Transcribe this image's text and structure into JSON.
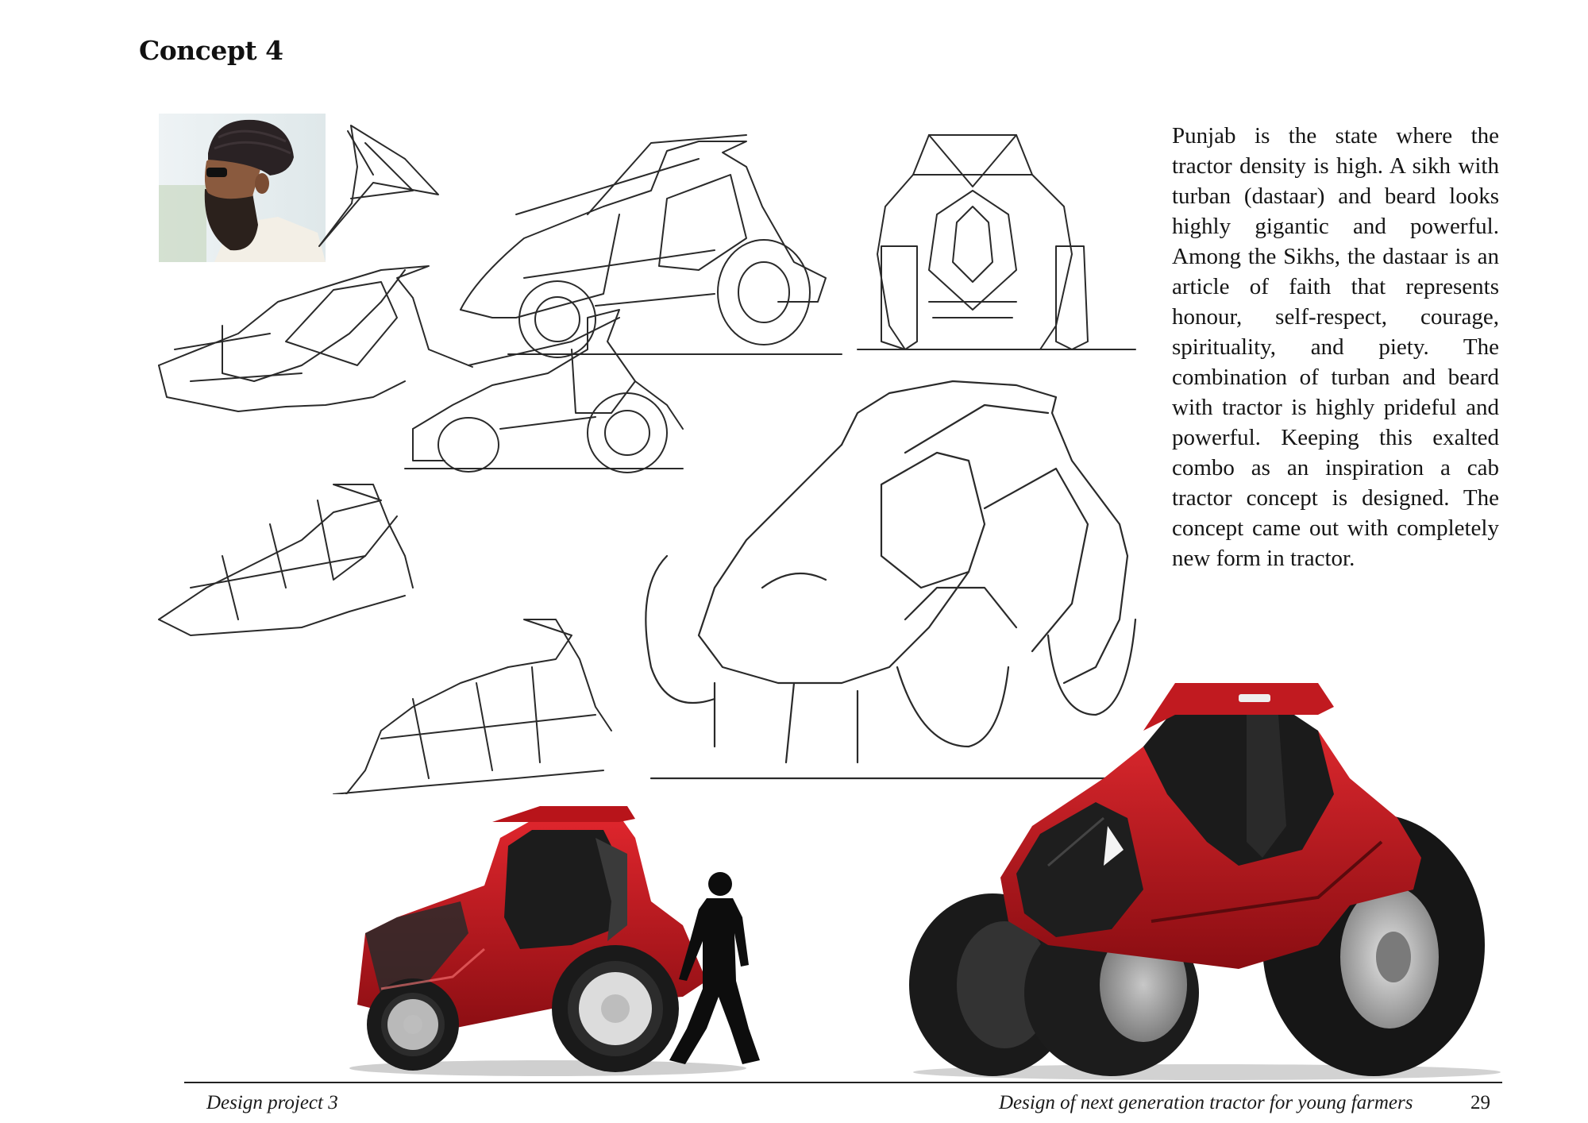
{
  "page": {
    "title": "Concept 4",
    "body_text": "Punjab is the state where the tractor density is high. A sikh with turban (dastaar) and beard looks highly gigantic and powerful. Among the Sikhs, the dastaar is an article of faith that represents honour, self-respect, courage, spirituality, and piety. The combination of turban and beard with tractor is highly prideful and powerful. Keeping this exalted combo as an inspiration a cab tractor concept is designed. The concept came out with completely new form in tractor."
  },
  "footer": {
    "left": "Design project 3",
    "right": "Design of next generation tractor for young farmers",
    "page_number": "29"
  },
  "colors": {
    "tractor_red": "#c8161d",
    "tractor_dark": "#7a0c10",
    "glass": "#1b1b1b",
    "sketch_stroke": "#2a2a2a"
  },
  "images": [
    {
      "name": "sikh-man-photo",
      "icon": "portrait-turban"
    },
    {
      "name": "tractor-sketches",
      "icon": "pencil-sketch"
    },
    {
      "name": "tractor-render-side",
      "icon": "tractor-side-view"
    },
    {
      "name": "human-silhouette",
      "icon": "walking-person"
    },
    {
      "name": "tractor-render-front",
      "icon": "tractor-three-quarter-view"
    }
  ]
}
